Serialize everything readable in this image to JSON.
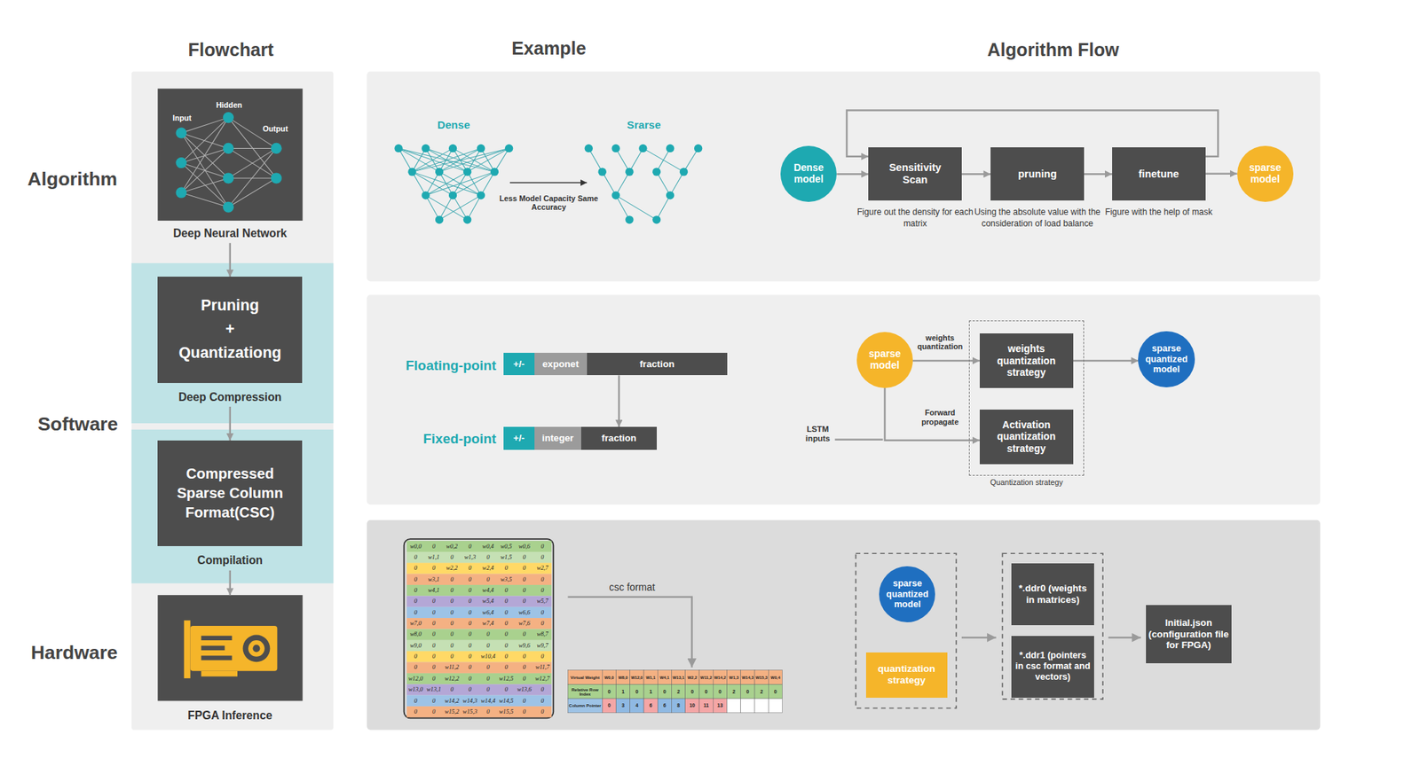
{
  "diagram": {
    "nodes": [
      {
        "text": [
          "Deep Neural Network"
        ]
      },
      {
        "text": [
          "Pruning + Quantizationg",
          "Deep Compression"
        ]
      },
      {
        "text": [
          "Compressed Sparse Column Format(CSC)",
          "Compilation"
        ]
      },
      {
        "text": [
          "FPGA Inference"
        ]
      },
      {
        "text": [
          "Dense model"
        ]
      },
      {
        "text": [
          "Sensitivity Scan",
          "Figure out the density for each matrix"
        ]
      },
      {
        "text": [
          "pruning",
          "Using the absolute value with the consideration of load balance"
        ]
      },
      {
        "text": [
          "finetune",
          "Figure with the help of mask"
        ]
      },
      {
        "text": [
          "sparse model"
        ]
      },
      {
        "text": [
          "+/-"
        ]
      },
      {
        "text": [
          "exponet"
        ]
      },
      {
        "text": [
          "fraction"
        ]
      },
      {
        "text": [
          "+/-"
        ]
      },
      {
        "text": [
          "integer"
        ]
      },
      {
        "text": [
          "fraction"
        ]
      },
      {
        "text": [
          "sparse model"
        ]
      },
      {
        "text": [
          "Quantization strategy"
        ]
      },
      {
        "text": [
          "weights quantization strategy"
        ],
        "in": 16
      },
      {
        "text": [
          "Activation quantization strategy"
        ],
        "in": 16
      },
      {
        "text": [
          "sparse quantized model"
        ]
      },
      {
        "text": [
          "sparse quantized model"
        ]
      },
      {
        "text": [
          "quantization strategy"
        ]
      },
      {
        "text": [
          "*.ddr0 (weights in matrices)"
        ]
      },
      {
        "text": [
          "*.ddr1 (pointers in csc format and vectors)"
        ]
      },
      {
        "text": [
          "Initial.json (configuration file for FPGA)"
        ]
      }
    ],
    "edges": [
      {
        "from": 0,
        "to": 1,
        "arrow": "to"
      },
      {
        "from": 1,
        "to": 2,
        "arrow": "to"
      },
      {
        "from": 2,
        "to": 3,
        "arrow": "to"
      },
      {
        "from": 4,
        "to": 5,
        "arrow": "to"
      },
      {
        "from": 5,
        "to": 6,
        "arrow": "to"
      },
      {
        "from": 6,
        "to": 7,
        "arrow": "to"
      },
      {
        "from": 7,
        "to": 8,
        "arrow": "to"
      },
      {
        "from": 7,
        "to": 5,
        "arrow": "to"
      },
      {
        "from": 11,
        "to": 14,
        "arrow": "to"
      },
      {
        "from": 15,
        "to": 17,
        "label": "weights quantization",
        "arrow": "to"
      },
      {
        "from": 17,
        "to": 19,
        "arrow": "to"
      },
      {
        "from": 15,
        "to": 18,
        "label": "Forward propagate",
        "arrow": "to"
      }
    ],
    "labels": [
      "Flowchart",
      "Example",
      "Algorithm Flow",
      "Algorithm",
      "Software",
      "Hardware",
      "Input",
      "Hidden",
      "Output",
      "Dense",
      "Srarse",
      "Less Model Capacity Same Accuracy",
      "Floating-point",
      "Fixed-point",
      "LSTM inputs",
      "csc format",
      "w0,0",
      "0",
      "w0,2",
      "0",
      "w0,4",
      "w0,5",
      "w0,6",
      "0",
      "0",
      "w1,1",
      "0",
      "w1,3",
      "0",
      "w1,5",
      "0",
      "0",
      "0",
      "0",
      "w2,2",
      "0",
      "w2,4",
      "0",
      "0",
      "w2,7",
      "0",
      "w3,1",
      "0",
      "0",
      "0",
      "w3,5",
      "0",
      "0",
      "0",
      "w4,1",
      "0",
      "0",
      "w4,4",
      "0",
      "0",
      "0",
      "0",
      "0",
      "0",
      "0",
      "w5,4",
      "0",
      "0",
      "w5,7",
      "0",
      "0",
      "0",
      "0",
      "w6,4",
      "0",
      "w6,6",
      "0",
      "w7,0",
      "0",
      "0",
      "0",
      "w7,4",
      "0",
      "w7,6",
      "0",
      "w8,0",
      "0",
      "0",
      "0",
      "0",
      "0",
      "0",
      "w8,7",
      "w9,0",
      "0",
      "0",
      "0",
      "0",
      "0",
      "w9,6",
      "w9,7",
      "0",
      "0",
      "0",
      "0",
      "w10,4",
      "0",
      "0",
      "0",
      "0",
      "0",
      "w11,2",
      "0",
      "0",
      "0",
      "0",
      "w11,7",
      "w12,0",
      "0",
      "w12,2",
      "0",
      "0",
      "w12,5",
      "0",
      "w12,7",
      "w13,0",
      "w13,1",
      "0",
      "0",
      "0",
      "0",
      "w13,6",
      "0",
      "0",
      "0",
      "w14,2",
      "w14,3",
      "w14,4",
      "w14,5",
      "0",
      "0",
      "0",
      "0",
      "w15,2",
      "w15,3",
      "0",
      "w15,5",
      "0",
      "0",
      "Virtual Weight",
      "Relative Row Index",
      "Column Pointer",
      "W0,0",
      "W8,0",
      "W12,0",
      "W1,1",
      "W4,1",
      "W13,1",
      "W2,2",
      "W11,2",
      "W14,2",
      "W1,3",
      "W14,3",
      "W15,3",
      "W0,4",
      "0",
      "1",
      "0",
      "1",
      "0",
      "2",
      "0",
      "0",
      "0",
      "2",
      "0",
      "2",
      "0",
      "0",
      "3",
      "4",
      "6",
      "6",
      "8",
      "10",
      "11",
      "13"
    ]
  }
}
